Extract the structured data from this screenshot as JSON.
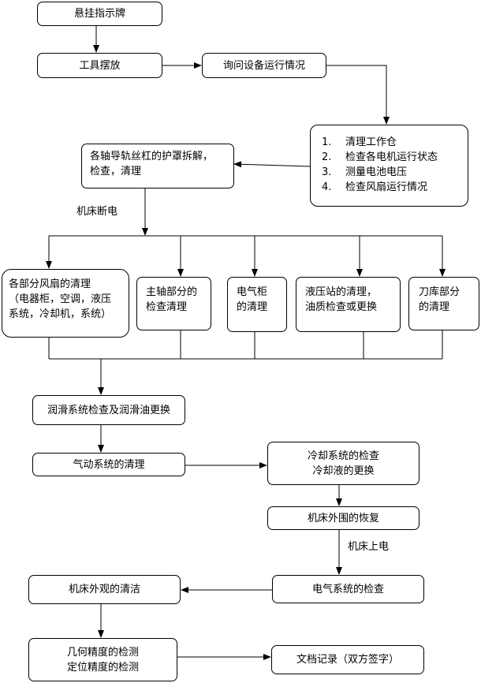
{
  "flow": {
    "hang_sign": "悬挂指示牌",
    "tool_placement": "工具摆放",
    "ask_equipment": "询问设备运行情况",
    "checklist": {
      "items": [
        {
          "num": "1.",
          "text": "清理工作仓"
        },
        {
          "num": "2.",
          "text": "检查各电机运行状态"
        },
        {
          "num": "3.",
          "text": "测量电池电压"
        },
        {
          "num": "4.",
          "text": "检查风扇运行情况"
        }
      ]
    },
    "guard_cleaning": {
      "line1": "各轴导轨丝杠的护罩拆解，",
      "line2": "检查，清理"
    },
    "power_off_label": "机床断电",
    "fan_cleaning": {
      "line1": "各部分风扇的清理",
      "line2": "（电器柜，空调，液压",
      "line3": "系统，冷却机，系统）"
    },
    "spindle": {
      "line1": "主轴部分的",
      "line2": "检查清理"
    },
    "cabinet": {
      "line1": "电气柜",
      "line2": "的清理"
    },
    "hydraulic": {
      "line1": "液压站的清理，",
      "line2": "油质检查或更换"
    },
    "magazine": {
      "line1": "刀库部分",
      "line2": "的清理"
    },
    "lubrication": "润滑系统检查及润滑油更换",
    "pneumatic": "气动系统的清理",
    "coolant": {
      "line1": "冷却系统的检查",
      "line2": "冷却液的更换"
    },
    "enclosure": "机床外围的恢复",
    "power_on_label": "机床上电",
    "electrical": "电气系统的检查",
    "exterior": "机床外观的清洁",
    "precision": {
      "line1": "几何精度的检测",
      "line2": "定位精度的检测"
    },
    "records": "文档记录（双方签字）"
  },
  "colors": {
    "line": "#000000",
    "box_bg": "#ffffff",
    "text": "#000000"
  }
}
